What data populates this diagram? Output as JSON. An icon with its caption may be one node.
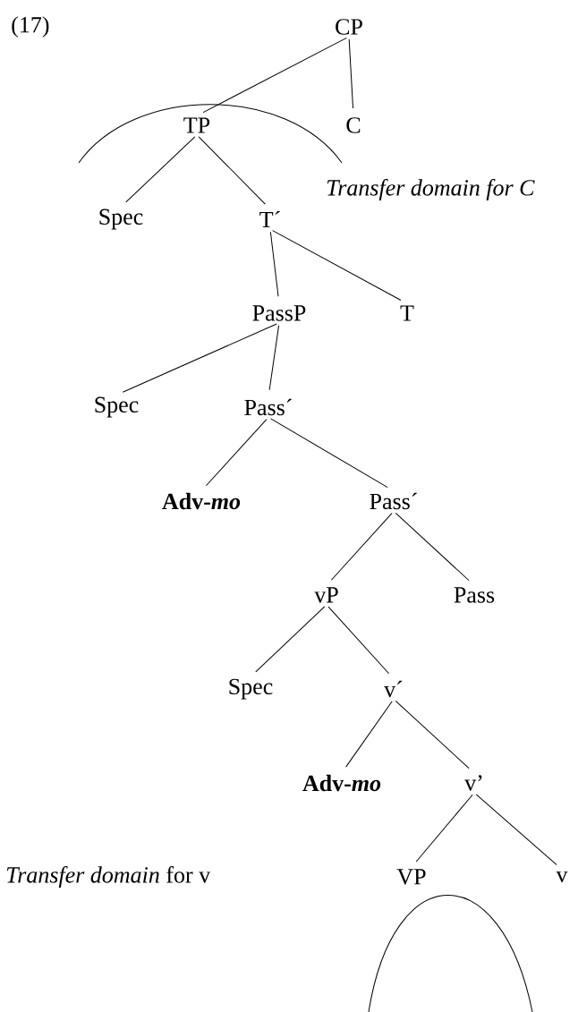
{
  "diagram": {
    "nodes": [
      {
        "text": [
          "CP"
        ]
      },
      {
        "text": [
          "TP"
        ]
      },
      {
        "text": [
          "C"
        ]
      },
      {
        "text": [
          "Spec"
        ]
      },
      {
        "text": [
          "T´"
        ]
      },
      {
        "text": [
          "PassP"
        ]
      },
      {
        "text": [
          "T"
        ]
      },
      {
        "text": [
          "Spec"
        ]
      },
      {
        "text": [
          "Pass´"
        ]
      },
      {
        "text": [
          "Adv-*mo*"
        ]
      },
      {
        "text": [
          "Pass´"
        ]
      },
      {
        "text": [
          "vP"
        ]
      },
      {
        "text": [
          "Pass"
        ]
      },
      {
        "text": [
          "Spec"
        ]
      },
      {
        "text": [
          "v´"
        ]
      },
      {
        "text": [
          "Adv-*mo*"
        ]
      },
      {
        "text": [
          "v’"
        ]
      },
      {
        "text": [
          "VP"
        ]
      },
      {
        "text": [
          "v"
        ]
      }
    ],
    "edges": [
      {
        "from": 0,
        "to": 1,
        "arrow": "none"
      },
      {
        "from": 0,
        "to": 2,
        "arrow": "none"
      },
      {
        "from": 1,
        "to": 3,
        "arrow": "none"
      },
      {
        "from": 1,
        "to": 4,
        "arrow": "none"
      },
      {
        "from": 4,
        "to": 5,
        "arrow": "none"
      },
      {
        "from": 4,
        "to": 6,
        "arrow": "none"
      },
      {
        "from": 5,
        "to": 7,
        "arrow": "none"
      },
      {
        "from": 5,
        "to": 8,
        "arrow": "none"
      },
      {
        "from": 8,
        "to": 9,
        "arrow": "none"
      },
      {
        "from": 8,
        "to": 10,
        "arrow": "none"
      },
      {
        "from": 10,
        "to": 11,
        "arrow": "none"
      },
      {
        "from": 10,
        "to": 12,
        "arrow": "none"
      },
      {
        "from": 11,
        "to": 13,
        "arrow": "none"
      },
      {
        "from": 11,
        "to": 14,
        "arrow": "none"
      },
      {
        "from": 14,
        "to": 15,
        "arrow": "none"
      },
      {
        "from": 14,
        "to": 16,
        "arrow": "none"
      },
      {
        "from": 16,
        "to": 17,
        "arrow": "none"
      },
      {
        "from": 16,
        "to": 18,
        "arrow": "none"
      }
    ],
    "labels": [
      "(17)",
      "Transfer domain for C",
      "*Transfer domain* for v"
    ]
  }
}
